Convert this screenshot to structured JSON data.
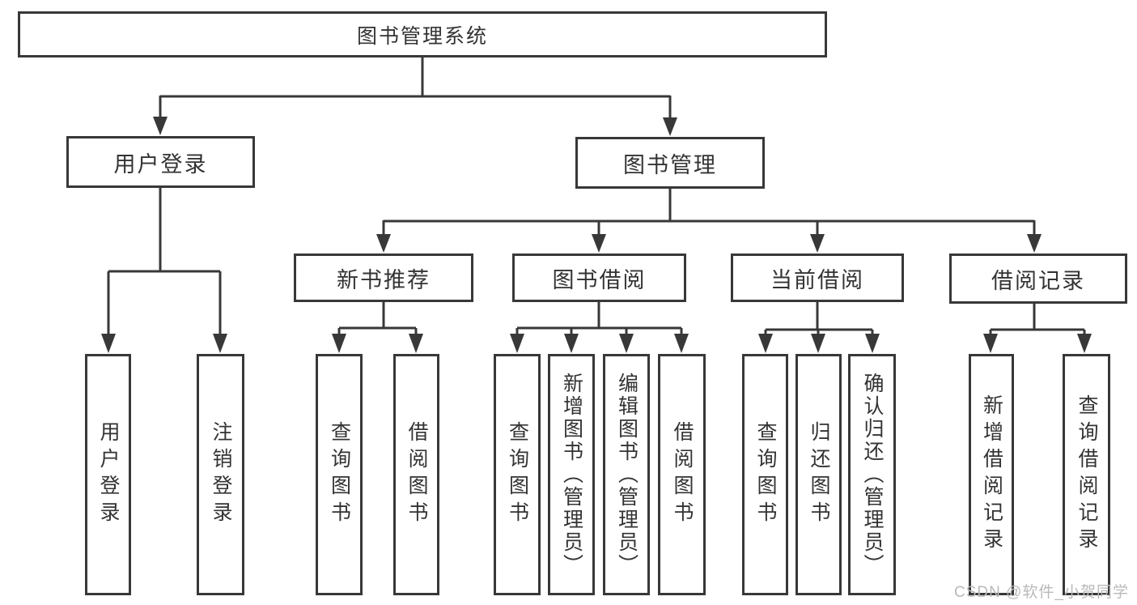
{
  "title": "图书管理系统",
  "watermark": "CSDN @软件_小贺同学",
  "colors": {
    "line": "#383838",
    "text": "#333333",
    "watermark": "#b9b9b9",
    "bg": "#ffffff"
  },
  "tree": {
    "root": {
      "label": "图书管理系统",
      "children": [
        {
          "label": "用户登录",
          "children": [
            {
              "label": "用户登录"
            },
            {
              "label": "注销登录"
            }
          ]
        },
        {
          "label": "图书管理",
          "children": [
            {
              "label": "新书推荐",
              "children": [
                {
                  "label": "查询图书"
                },
                {
                  "label": "借阅图书"
                }
              ]
            },
            {
              "label": "图书借阅",
              "children": [
                {
                  "label": "查询图书"
                },
                {
                  "label": "新增图书（管理员）"
                },
                {
                  "label": "编辑图书（管理员）"
                },
                {
                  "label": "借阅图书"
                }
              ]
            },
            {
              "label": "当前借阅",
              "children": [
                {
                  "label": "查询图书"
                },
                {
                  "label": "归还图书"
                },
                {
                  "label": "确认归还（管理员）"
                }
              ]
            },
            {
              "label": "借阅记录",
              "children": [
                {
                  "label": "新增借阅记录"
                },
                {
                  "label": "查询借阅记录"
                }
              ]
            }
          ]
        }
      ]
    }
  }
}
